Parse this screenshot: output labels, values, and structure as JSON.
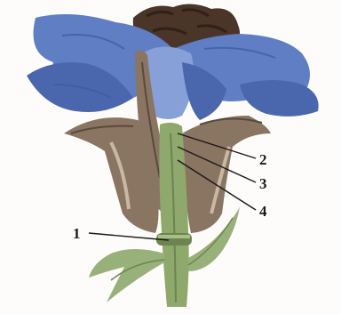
{
  "diagram": {
    "labels": [
      {
        "id": "1",
        "text": "1"
      },
      {
        "id": "2",
        "text": "2"
      },
      {
        "id": "3",
        "text": "3"
      },
      {
        "id": "4",
        "text": "4"
      }
    ]
  },
  "colors": {
    "petal": "#5f7ec4",
    "petal_shade": "#4a67ad",
    "petal_light": "#87a0d8",
    "dark_center": "#4a3528",
    "bract": "#8a7462",
    "bract_dark": "#5a4a3c",
    "bract_light": "#c9b8a3",
    "stem": "#8fa86b",
    "stem_dark": "#6c8450",
    "leaf": "#98b079",
    "line": "#1a1a1a"
  }
}
